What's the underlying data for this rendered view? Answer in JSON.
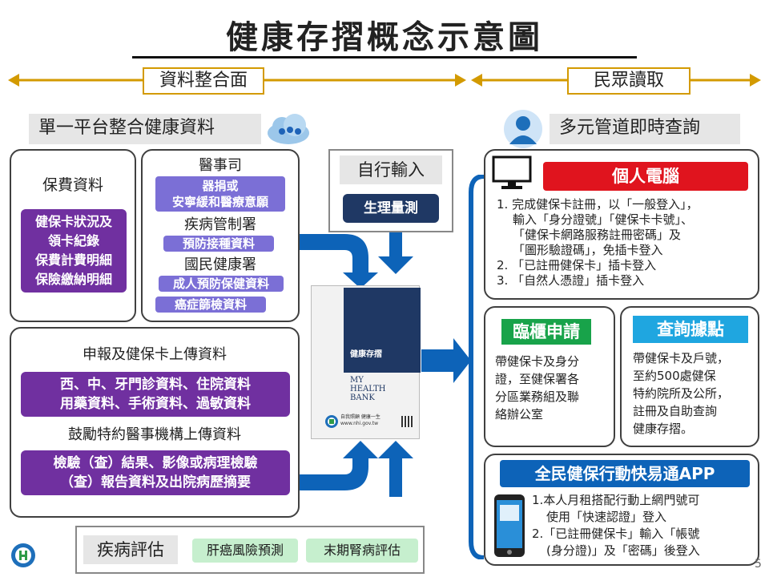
{
  "title": "健康存摺概念示意圖",
  "headers": {
    "left": "資料整合面",
    "right": "民眾讀取"
  },
  "left_section": {
    "heading": "單一平台整合健康資料",
    "premium": {
      "label": "保費資料",
      "items": [
        "健保卡狀況及",
        "領卡紀錄",
        "保費計費明細",
        "保險繳納明細"
      ]
    },
    "agencies": [
      {
        "name": "醫事司",
        "items": [
          "器捐或",
          "安寧緩和醫療意願"
        ]
      },
      {
        "name": "疾病管制署",
        "items": [
          "預防接種資料"
        ]
      },
      {
        "name": "國民健康署",
        "items": [
          "成人預防保健資料",
          "癌症篩檢資料"
        ]
      }
    ],
    "claims": {
      "label": "申報及健保卡上傳資料",
      "items": [
        "西、中、牙門診資料、住院資料",
        "用藥資料、手術資料、過敏資料"
      ],
      "label2": "鼓勵特約醫事機構上傳資料",
      "items2": [
        "檢驗（查）結果、影像或病理檢驗",
        "（查）報告資料及出院病歷摘要"
      ]
    },
    "self_input": {
      "label": "自行輸入",
      "item": "生理量測"
    },
    "disease_eval": {
      "label": "疾病評估",
      "items": [
        "肝癌風險預測",
        "末期腎病評估"
      ]
    }
  },
  "book": {
    "title": "健康存摺",
    "english": [
      "MY",
      "HEALTH",
      "BANK"
    ],
    "footer": "自我照顧 健康一生",
    "url": "www.nhi.gov.tw"
  },
  "right_section": {
    "heading": "多元管道即時查詢",
    "pc": {
      "label": "個人電腦",
      "lines": [
        "1. 完成健保卡註冊，以「一般登入」，",
        "輸入「身分證號」「健保卡卡號」、",
        "「健保卡網路服務註冊密碼」及",
        "「圖形驗證碼」，免插卡登入",
        "2. 「已註冊健保卡」插卡登入",
        "3. 「自然人憑證」插卡登入"
      ]
    },
    "counter": {
      "label": "臨櫃申請",
      "lines": [
        "帶健保卡及身分",
        "證，至健保署各",
        "分區業務組及聯",
        "絡辦公室"
      ]
    },
    "query": {
      "label": "查詢據點",
      "lines": [
        "帶健保卡及戶號，",
        "至約500處健保",
        "特約院所及公所，",
        "註冊及自助查詢",
        "健康存摺。"
      ]
    },
    "app": {
      "label": "全民健保行動快易通APP",
      "lines": [
        "1.本人月租搭配行動上網門號可",
        "使用「快速認證」登入",
        "2.「已註冊健保卡」輸入「帳號",
        "(身分證)」及「密碼」後登入"
      ]
    }
  },
  "page_number": "5",
  "colors": {
    "purple": "#7030a0",
    "lavender": "#7b6fd6",
    "navy": "#1f3864",
    "blue": "#0d63b8",
    "red": "#e0141e",
    "orange": "#d39a00"
  }
}
